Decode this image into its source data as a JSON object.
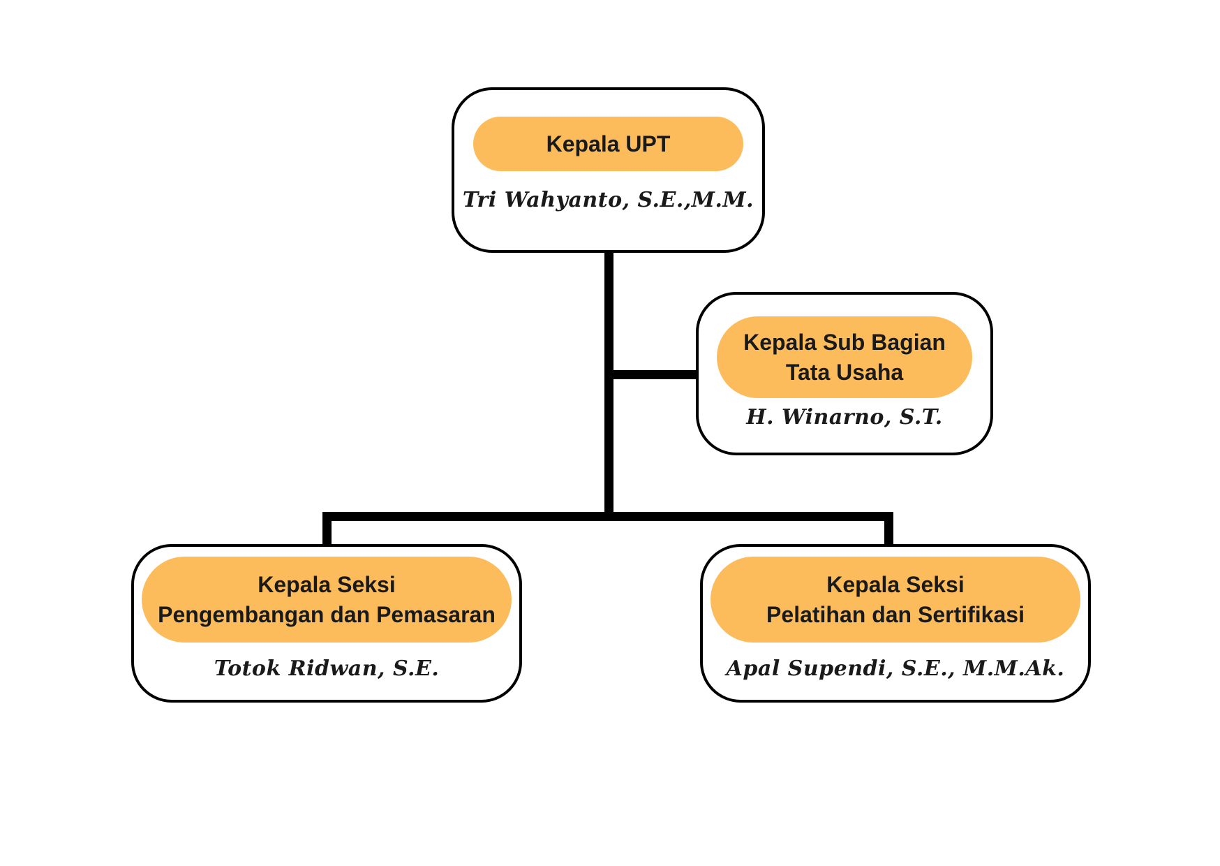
{
  "colors": {
    "background": "#ffffff",
    "pill_fill": "#FCBC5C",
    "box_border": "#000000",
    "box_fill": "#ffffff",
    "connector": "#000000",
    "text": "#1a1a1a"
  },
  "nodes": {
    "kepala_upt": {
      "role_line1": "Kepala UPT",
      "person": "Tri Wahyanto, S.E.,M.M."
    },
    "sub_bagian_tata_usaha": {
      "role_line1": "Kepala Sub Bagian",
      "role_line2": "Tata Usaha",
      "person": "H. Winarno, S.T."
    },
    "seksi_pengembangan_pemasaran": {
      "role_line1": "Kepala Seksi",
      "role_line2": "Pengembangan dan Pemasaran",
      "person": "Totok Ridwan, S.E."
    },
    "seksi_pelatihan_sertifikasi": {
      "role_line1": "Kepala Seksi",
      "role_line2": "Pelatihan dan Sertifikasi",
      "person": "Apal Supendi, S.E., M.M.Ak."
    }
  },
  "hierarchy": {
    "sub_bagian_tata_usaha": {
      "reports_to": "kepala_upt"
    },
    "seksi_pengembangan_pemasaran": {
      "reports_to": "kepala_upt"
    },
    "seksi_pelatihan_sertifikasi": {
      "reports_to": "kepala_upt"
    }
  }
}
